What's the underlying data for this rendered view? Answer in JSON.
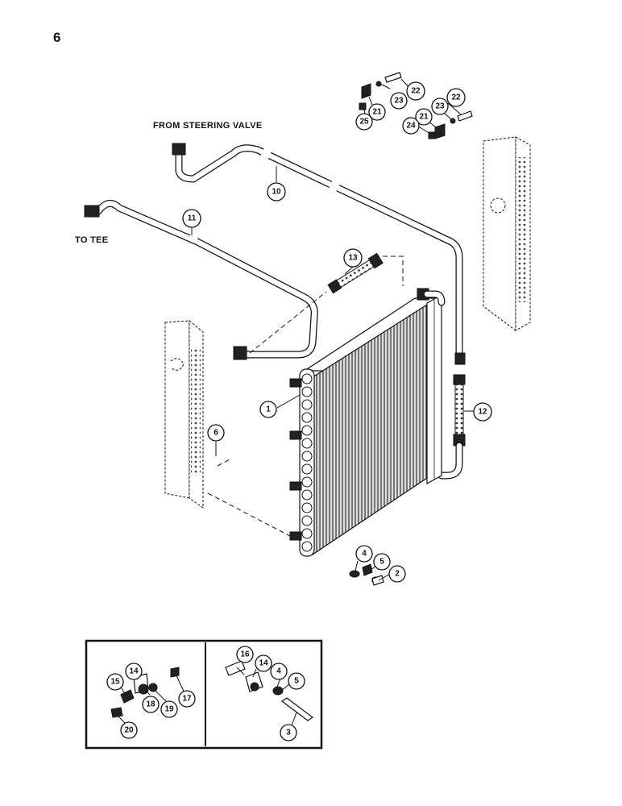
{
  "page_number": "6",
  "notes": {
    "from_steering_valve": "FROM STEERING VALVE",
    "to_tee": "TO TEE"
  },
  "callouts": {
    "c1": "1",
    "c2": "2",
    "c3": "3",
    "c4a": "4",
    "c4b": "4",
    "c5a": "5",
    "c5b": "5",
    "c6": "6",
    "c10": "10",
    "c11": "11",
    "c12": "12",
    "c13": "13",
    "c14a": "14",
    "c14b": "14",
    "c15": "15",
    "c16": "16",
    "c17": "17",
    "c18": "18",
    "c19": "19",
    "c20": "20",
    "c21a": "21",
    "c21b": "21",
    "c22a": "22",
    "c22b": "22",
    "c23a": "23",
    "c23b": "23",
    "c24": "24",
    "c25": "25"
  }
}
